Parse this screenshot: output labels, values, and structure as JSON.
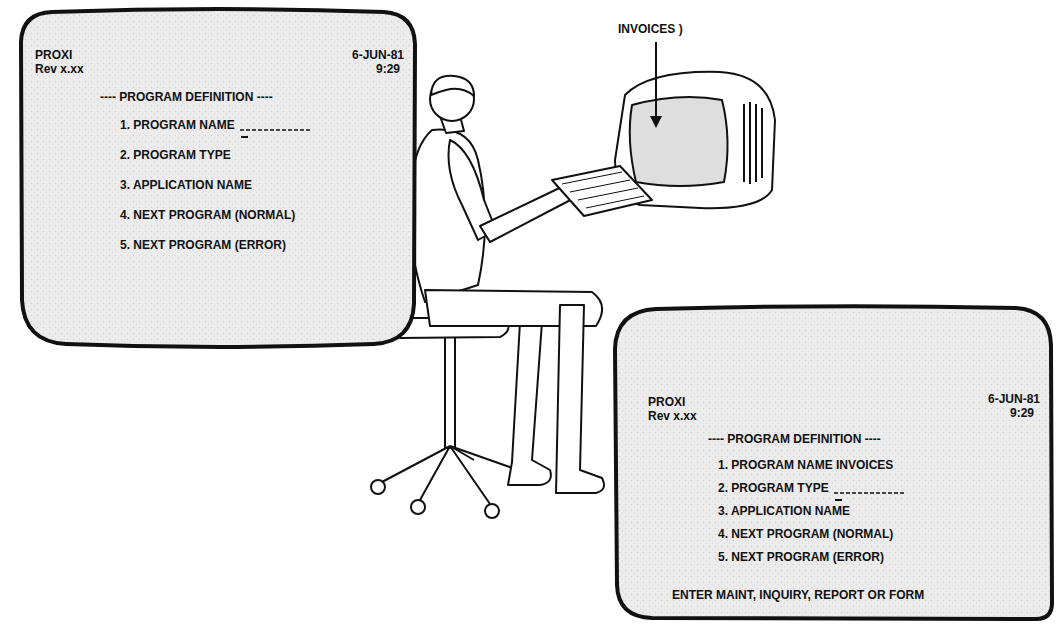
{
  "diagram": {
    "nodes": [
      {
        "text": [
          "PROXI",
          "Rev x.xx",
          "6-JUN-81",
          "9:29",
          "---- PROGRAM DEFINITION ----",
          "1. PROGRAM NAME",
          "2. PROGRAM TYPE",
          "3. APPLICATION NAME",
          "4. NEXT PROGRAM (NORMAL)",
          "5. NEXT PROGRAM (ERROR)"
        ]
      },
      {
        "text": [
          "PROXI",
          "Rev x.xx",
          "6-JUN-81",
          "9:29",
          "---- PROGRAM DEFINITION ----",
          "1. PROGRAM NAME",
          "INVOICES",
          "2. PROGRAM TYPE",
          "3. APPLICATION NAME",
          "4. NEXT PROGRAM (NORMAL)",
          "5. NEXT PROGRAM (ERROR)",
          "ENTER MAINT, INQUIRY, REPORT OR FORM"
        ]
      }
    ],
    "labels": [
      "INVOICES )"
    ]
  }
}
